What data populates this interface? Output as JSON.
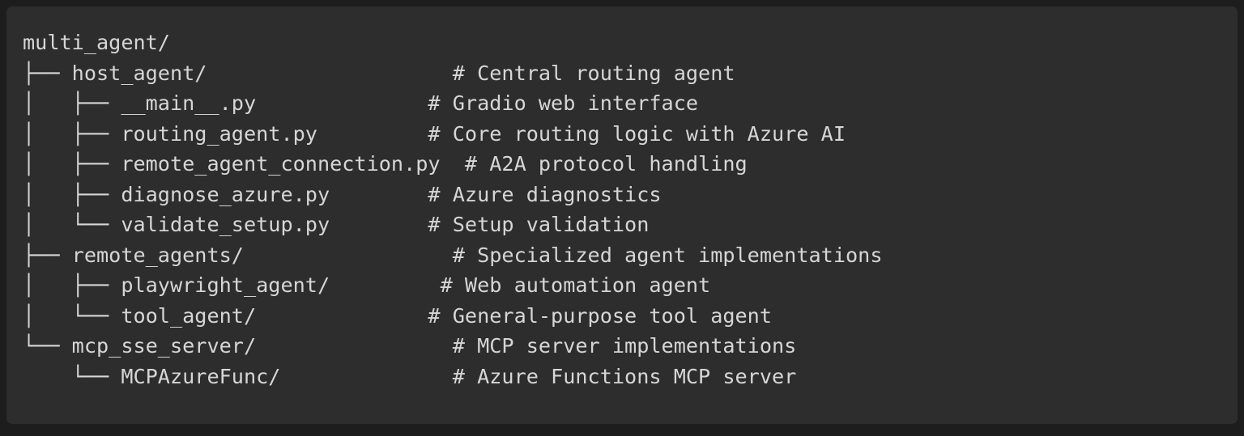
{
  "panel": {
    "kind": "code-block",
    "language": "text",
    "background_color": "#2d2d2d",
    "outer_background_color": "#1d1d1d",
    "text_color": "#d6d6d6"
  },
  "tree": {
    "root_label": "multi_agent/",
    "raw_lines": [
      "multi_agent/",
      "├── host_agent/                    # Central routing agent",
      "│   ├── __main__.py              # Gradio web interface",
      "│   ├── routing_agent.py         # Core routing logic with Azure AI",
      "│   ├── remote_agent_connection.py  # A2A protocol handling",
      "│   ├── diagnose_azure.py        # Azure diagnostics",
      "│   └── validate_setup.py        # Setup validation",
      "├── remote_agents/                 # Specialized agent implementations",
      "│   ├── playwright_agent/         # Web automation agent",
      "│   └── tool_agent/              # General-purpose tool agent",
      "└── mcp_sse_server/                # MCP server implementations",
      "    └── MCPAzureFunc/              # Azure Functions MCP server"
    ],
    "entries": [
      {
        "connector": "",
        "name": "multi_agent/",
        "depth": 0,
        "type": "directory",
        "comment": ""
      },
      {
        "connector": "├──",
        "name": "host_agent/",
        "depth": 1,
        "type": "directory",
        "comment": "# Central routing agent"
      },
      {
        "connector": "├──",
        "name": "__main__.py",
        "depth": 2,
        "type": "file",
        "comment": "# Gradio web interface"
      },
      {
        "connector": "├──",
        "name": "routing_agent.py",
        "depth": 2,
        "type": "file",
        "comment": "# Core routing logic with Azure AI"
      },
      {
        "connector": "├──",
        "name": "remote_agent_connection.py",
        "depth": 2,
        "type": "file",
        "comment": "# A2A protocol handling"
      },
      {
        "connector": "├──",
        "name": "diagnose_azure.py",
        "depth": 2,
        "type": "file",
        "comment": "# Azure diagnostics"
      },
      {
        "connector": "└──",
        "name": "validate_setup.py",
        "depth": 2,
        "type": "file",
        "comment": "# Setup validation"
      },
      {
        "connector": "├──",
        "name": "remote_agents/",
        "depth": 1,
        "type": "directory",
        "comment": "# Specialized agent implementations"
      },
      {
        "connector": "├──",
        "name": "playwright_agent/",
        "depth": 2,
        "type": "directory",
        "comment": "# Web automation agent"
      },
      {
        "connector": "└──",
        "name": "tool_agent/",
        "depth": 2,
        "type": "directory",
        "comment": "# General-purpose tool agent"
      },
      {
        "connector": "└──",
        "name": "mcp_sse_server/",
        "depth": 1,
        "type": "directory",
        "comment": "# MCP server implementations"
      },
      {
        "connector": "└──",
        "name": "MCPAzureFunc/",
        "depth": 2,
        "type": "directory",
        "comment": "# Azure Functions MCP server"
      }
    ]
  }
}
